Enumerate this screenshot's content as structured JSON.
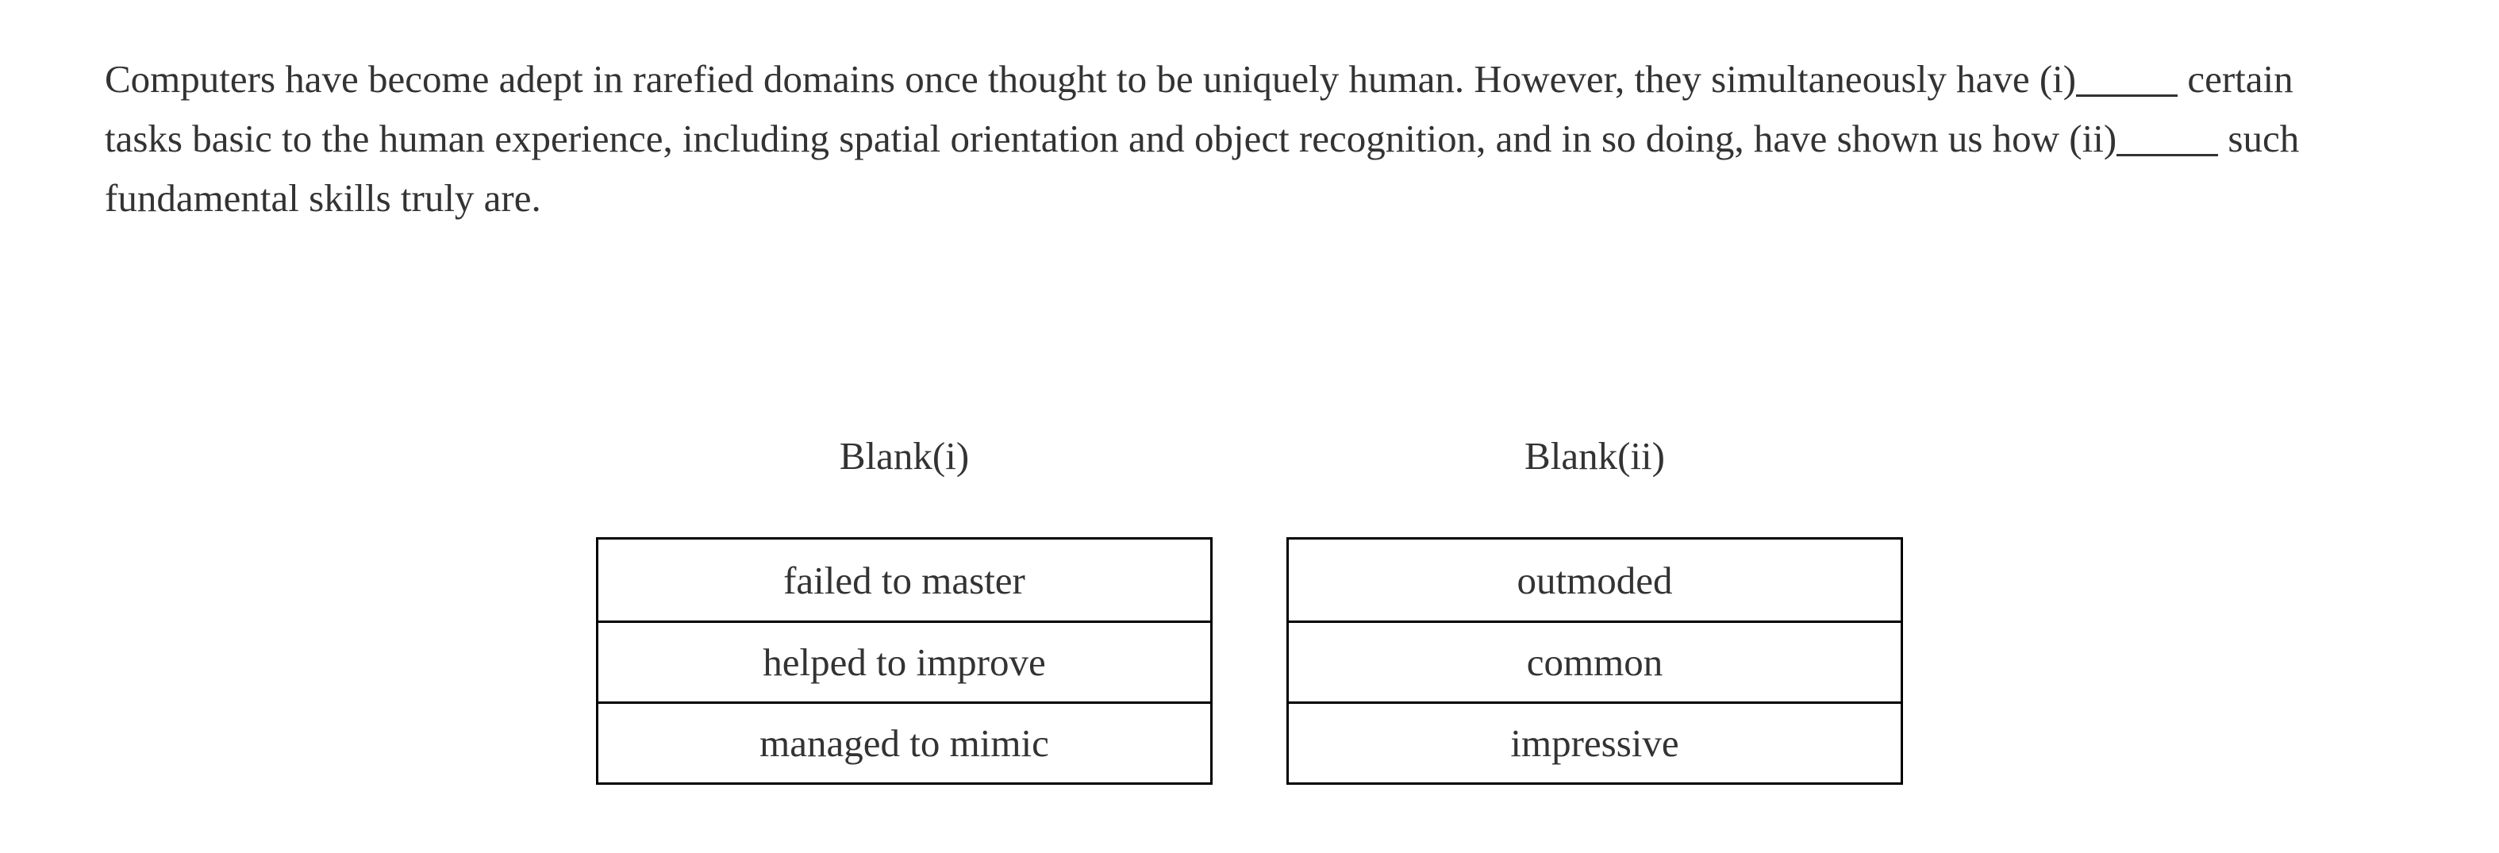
{
  "question": {
    "part1": "Computers have become adept in rarefied domains once thought to be uniquely human. However, they simultaneously have (i)",
    "part2": "certain tasks basic to the human experience, including spatial orientation and object recognition, and in so doing, have shown us how (ii)",
    "part3": " such fundamental skills truly are."
  },
  "blanks": [
    {
      "header": "Blank(i)",
      "options": [
        "failed to master",
        "helped to improve",
        "managed to mimic"
      ]
    },
    {
      "header": "Blank(ii)",
      "options": [
        "outmoded",
        "common",
        "impressive"
      ]
    }
  ],
  "colors": {
    "text": "#333333",
    "border": "#000000",
    "background": "#ffffff"
  }
}
